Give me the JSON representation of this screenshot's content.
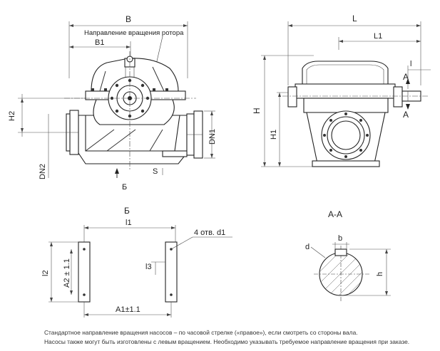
{
  "front_view": {
    "dim_B": "B",
    "dim_B1": "B1",
    "dim_H2": "H2",
    "dim_DN2": "DN2",
    "dim_DN1": "DN1",
    "dim_S": "S",
    "rotation_label": "Направление вращения ротора",
    "view_arrow_label": "Б"
  },
  "side_view": {
    "dim_L": "L",
    "dim_L1": "L1",
    "dim_l": "l",
    "dim_H": "H",
    "dim_H1": "H1",
    "section_mark_top": "A",
    "section_mark_bottom": "A"
  },
  "view_b": {
    "title": "Б",
    "dim_l1": "l1",
    "dim_l2": "l2",
    "dim_l3": "l3",
    "dim_A2": "A2 ± 1.1",
    "dim_A1": "A1±1.1",
    "holes_label": "4 отв. d1"
  },
  "section_aa": {
    "title": "А-А",
    "dim_b": "b",
    "dim_d": "d",
    "dim_h": "h"
  },
  "notes": {
    "line1": "Стандартное направление вращения насосов  –  по часовой стрелке («правое»), если смотреть со стороны вала.",
    "line2": "Насосы также могут быть изготовлены с левым вращением. Необходимо указывать требуемое направление вращения при заказе."
  }
}
